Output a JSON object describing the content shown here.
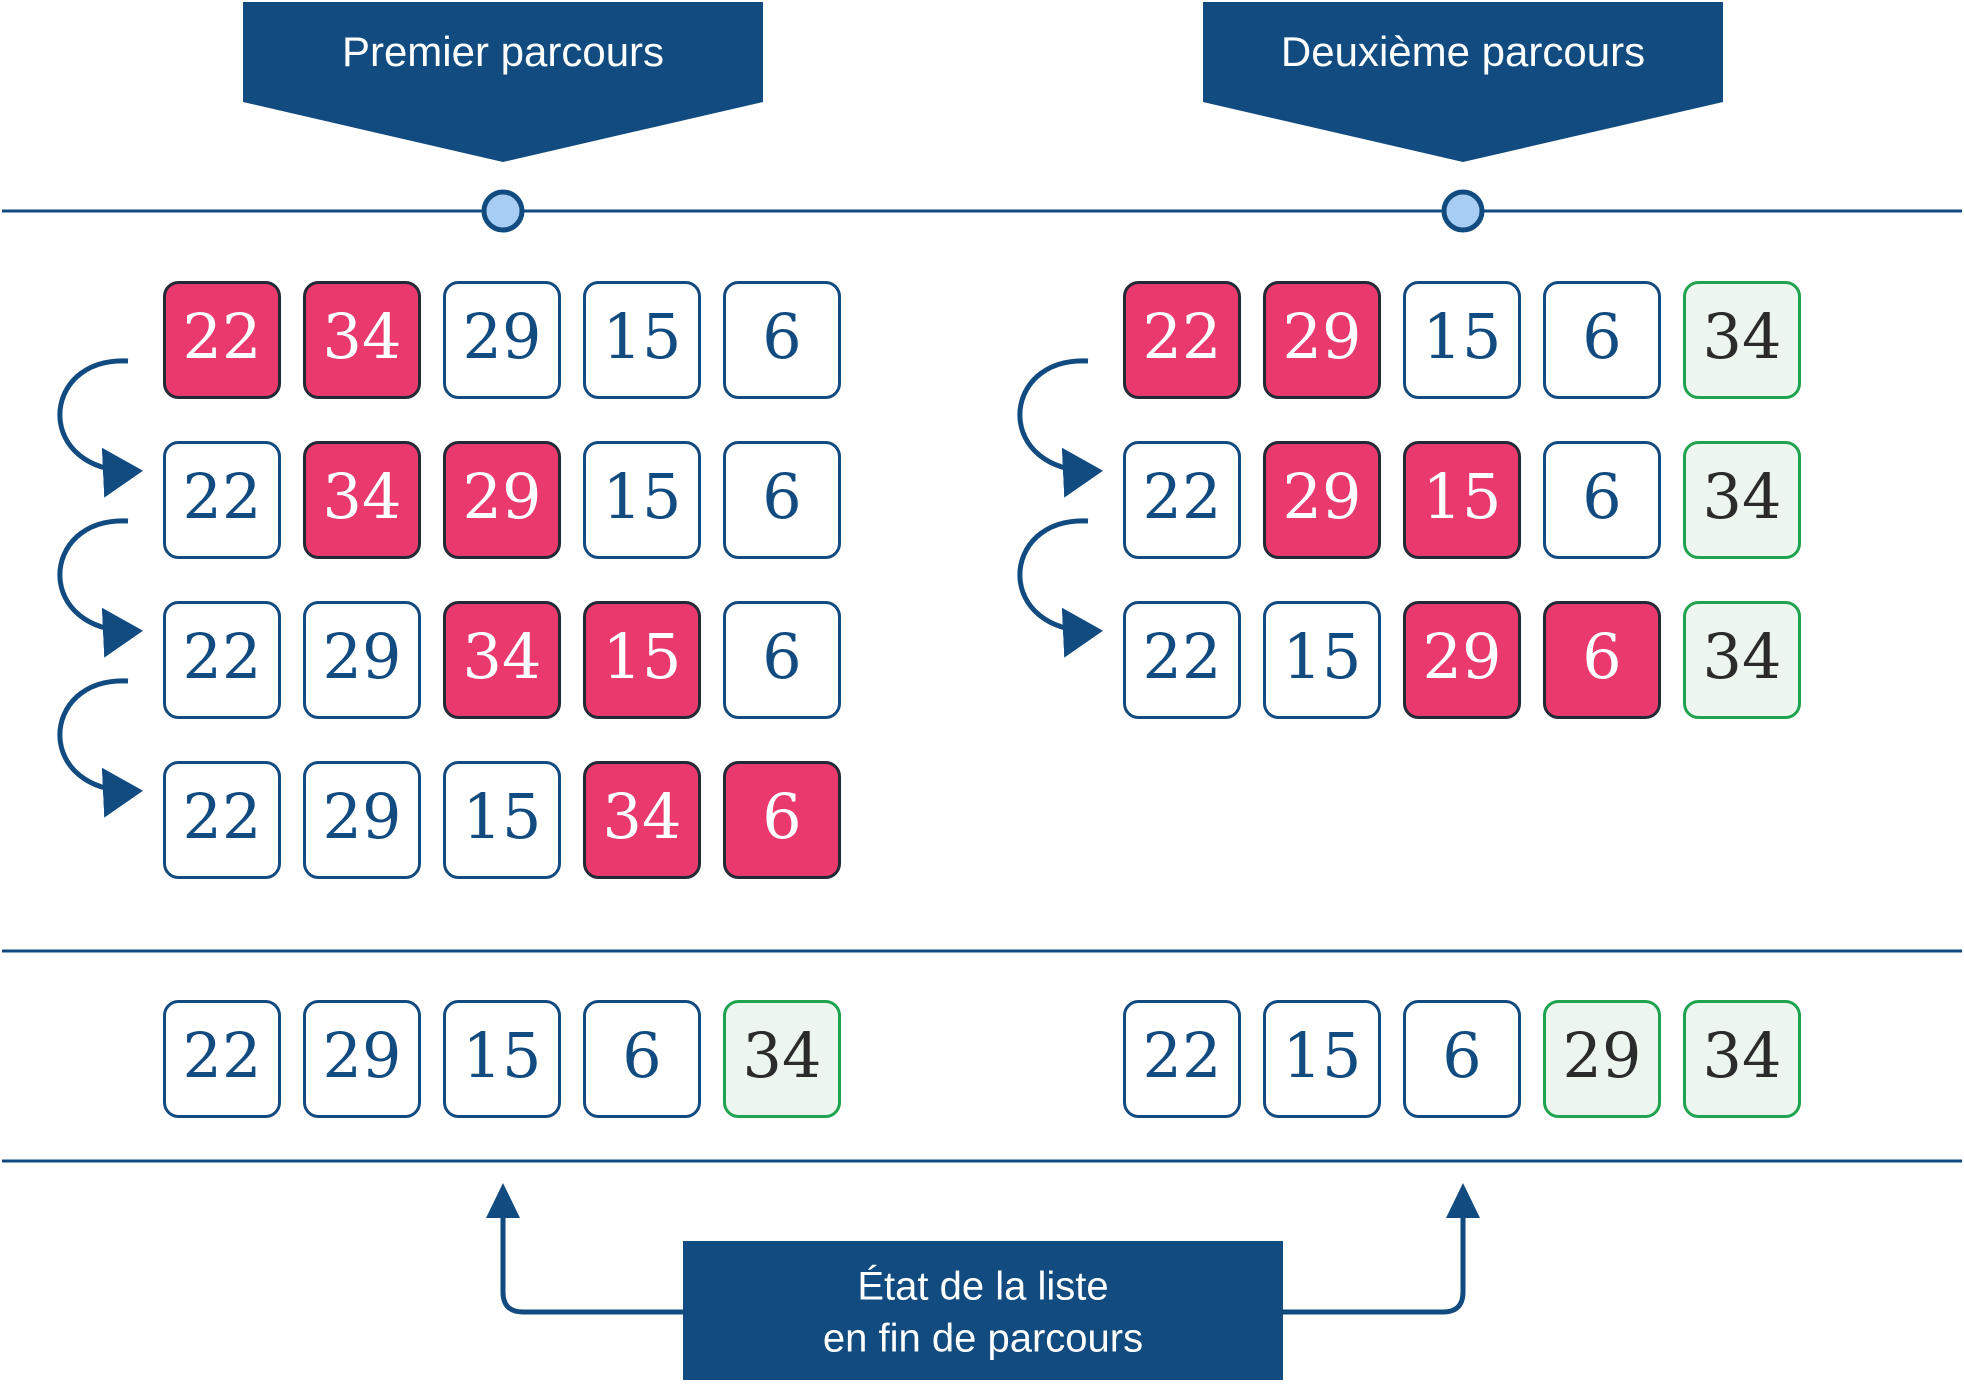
{
  "colors": {
    "navy": "#114b80",
    "highlight": "#e9396d",
    "highlight_border": "#222a35",
    "sorted_fill": "#ecf6ef",
    "sorted_border": "#1fa34f",
    "sorted_text": "#2b2b2b",
    "cell_border": "#114b80",
    "node_fill": "#a7cdf5",
    "white": "#ffffff"
  },
  "headers": [
    {
      "label": "Premier parcours"
    },
    {
      "label": "Deuxième parcours"
    }
  ],
  "footer": {
    "line1": "État de la liste",
    "line2": "en fin de parcours"
  },
  "passes": [
    {
      "steps": [
        [
          {
            "v": "22",
            "s": "h"
          },
          {
            "v": "34",
            "s": "h"
          },
          {
            "v": "29",
            "s": "n"
          },
          {
            "v": "15",
            "s": "n"
          },
          {
            "v": "6",
            "s": "n"
          }
        ],
        [
          {
            "v": "22",
            "s": "n"
          },
          {
            "v": "34",
            "s": "h"
          },
          {
            "v": "29",
            "s": "h"
          },
          {
            "v": "15",
            "s": "n"
          },
          {
            "v": "6",
            "s": "n"
          }
        ],
        [
          {
            "v": "22",
            "s": "n"
          },
          {
            "v": "29",
            "s": "n"
          },
          {
            "v": "34",
            "s": "h"
          },
          {
            "v": "15",
            "s": "h"
          },
          {
            "v": "6",
            "s": "n"
          }
        ],
        [
          {
            "v": "22",
            "s": "n"
          },
          {
            "v": "29",
            "s": "n"
          },
          {
            "v": "15",
            "s": "n"
          },
          {
            "v": "34",
            "s": "h"
          },
          {
            "v": "6",
            "s": "h"
          }
        ]
      ],
      "final": [
        {
          "v": "22",
          "s": "n"
        },
        {
          "v": "29",
          "s": "n"
        },
        {
          "v": "15",
          "s": "n"
        },
        {
          "v": "6",
          "s": "n"
        },
        {
          "v": "34",
          "s": "g"
        }
      ]
    },
    {
      "steps": [
        [
          {
            "v": "22",
            "s": "h"
          },
          {
            "v": "29",
            "s": "h"
          },
          {
            "v": "15",
            "s": "n"
          },
          {
            "v": "6",
            "s": "n"
          },
          {
            "v": "34",
            "s": "g"
          }
        ],
        [
          {
            "v": "22",
            "s": "n"
          },
          {
            "v": "29",
            "s": "h"
          },
          {
            "v": "15",
            "s": "h"
          },
          {
            "v": "6",
            "s": "n"
          },
          {
            "v": "34",
            "s": "g"
          }
        ],
        [
          {
            "v": "22",
            "s": "n"
          },
          {
            "v": "15",
            "s": "n"
          },
          {
            "v": "29",
            "s": "h"
          },
          {
            "v": "6",
            "s": "h"
          },
          {
            "v": "34",
            "s": "g"
          }
        ]
      ],
      "final": [
        {
          "v": "22",
          "s": "n"
        },
        {
          "v": "15",
          "s": "n"
        },
        {
          "v": "6",
          "s": "n"
        },
        {
          "v": "29",
          "s": "g"
        },
        {
          "v": "34",
          "s": "g"
        }
      ]
    }
  ]
}
